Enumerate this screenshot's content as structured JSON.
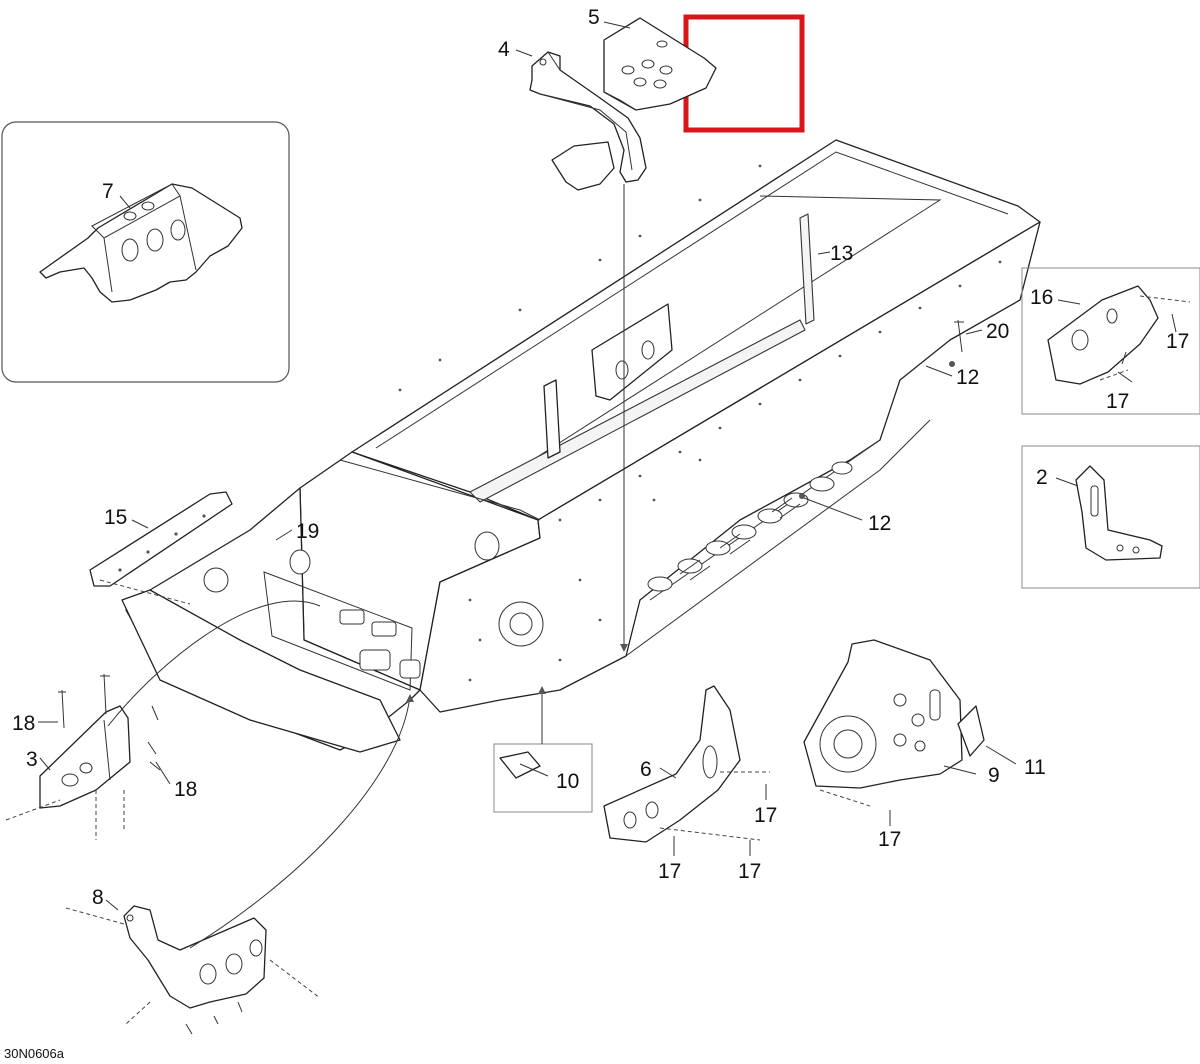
{
  "diagram": {
    "reference_code": "30N0606a",
    "highlight_color": "#d9141b",
    "line_color": "#222222",
    "callouts": [
      {
        "id": "c5",
        "label": "5"
      },
      {
        "id": "c4",
        "label": "4"
      },
      {
        "id": "c7",
        "label": "7"
      },
      {
        "id": "c13",
        "label": "13"
      },
      {
        "id": "c16",
        "label": "16"
      },
      {
        "id": "c17a",
        "label": "17"
      },
      {
        "id": "c20",
        "label": "20"
      },
      {
        "id": "c12a",
        "label": "12"
      },
      {
        "id": "c17b",
        "label": "17"
      },
      {
        "id": "c2",
        "label": "2"
      },
      {
        "id": "c15",
        "label": "15"
      },
      {
        "id": "c19",
        "label": "19"
      },
      {
        "id": "c12b",
        "label": "12"
      },
      {
        "id": "c18a",
        "label": "18"
      },
      {
        "id": "c3",
        "label": "3"
      },
      {
        "id": "c18b",
        "label": "18"
      },
      {
        "id": "c10",
        "label": "10"
      },
      {
        "id": "c6",
        "label": "6"
      },
      {
        "id": "c17c",
        "label": "17"
      },
      {
        "id": "c11",
        "label": "11"
      },
      {
        "id": "c9",
        "label": "9"
      },
      {
        "id": "c17d",
        "label": "17"
      },
      {
        "id": "c17e",
        "label": "17"
      },
      {
        "id": "c17f",
        "label": "17"
      },
      {
        "id": "c8",
        "label": "8"
      }
    ]
  }
}
